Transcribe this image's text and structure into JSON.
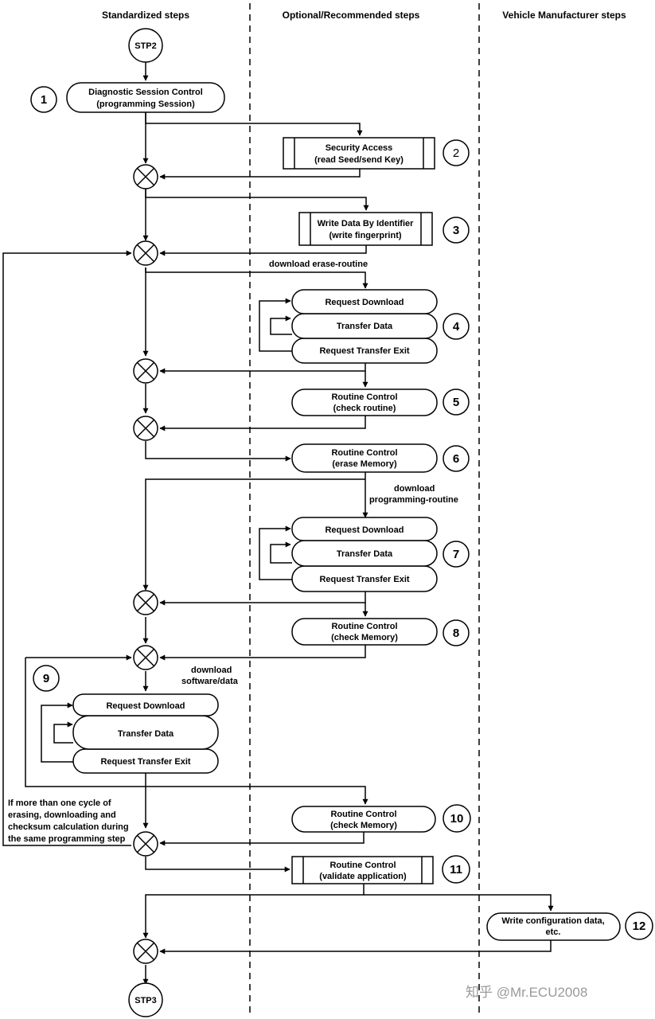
{
  "headers": {
    "standardized": "Standardized steps",
    "optional": "Optional/Recommended steps",
    "manufacturer": "Vehicle Manufacturer steps"
  },
  "start_label": "STP2",
  "end_label": "STP3",
  "steps": {
    "s1": {
      "num": "1",
      "line1": "Diagnostic Session Control",
      "line2": "(programming Session)"
    },
    "s2": {
      "num": "2",
      "line1": "Security Access",
      "line2": "(read Seed/send Key)"
    },
    "s3": {
      "num": "3",
      "line1": "Write Data By Identifier",
      "line2": "(write fingerprint)"
    },
    "s4": {
      "num": "4",
      "items": [
        "Request Download",
        "Transfer Data",
        "Request Transfer Exit"
      ]
    },
    "s5": {
      "num": "5",
      "line1": "Routine Control",
      "line2": "(check routine)"
    },
    "s6": {
      "num": "6",
      "line1": "Routine Control",
      "line2": "(erase Memory)"
    },
    "s7": {
      "num": "7",
      "items": [
        "Request Download",
        "Transfer Data",
        "Request Transfer Exit"
      ]
    },
    "s8": {
      "num": "8",
      "line1": "Routine Control",
      "line2": "(check Memory)"
    },
    "s9": {
      "num": "9",
      "items": [
        "Request Download",
        "Transfer Data",
        "Request Transfer Exit"
      ]
    },
    "s10": {
      "num": "10",
      "line1": "Routine Control",
      "line2": "(check Memory)"
    },
    "s11": {
      "num": "11",
      "line1": "Routine Control",
      "line2": "(validate application)"
    },
    "s12": {
      "num": "12",
      "line1": "Write configuration data,",
      "line2": "etc."
    }
  },
  "annotations": {
    "erase_routine": "download erase-routine",
    "prog_routine_1": "download",
    "prog_routine_2": "programming-routine",
    "software_1": "download",
    "software_2": "software/data",
    "loop_note": [
      "If more than one cycle of",
      "erasing, downloading and",
      "checksum calculation during",
      "the same programming step"
    ]
  },
  "watermark": "知乎 @Mr.ECU2008"
}
